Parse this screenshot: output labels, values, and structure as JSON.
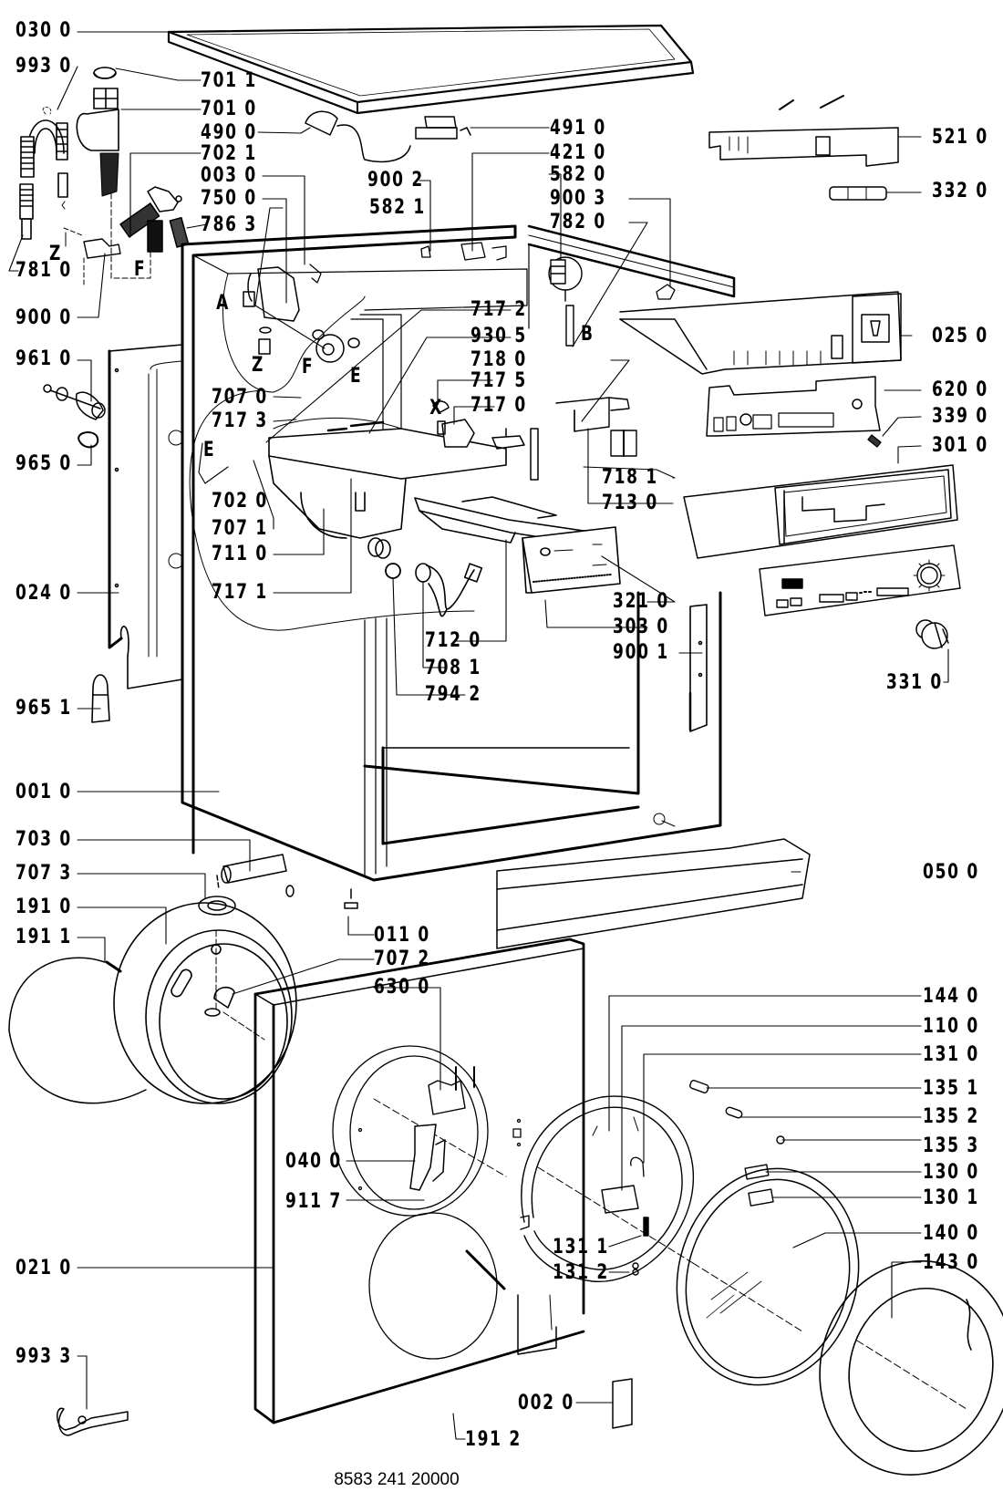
{
  "diagram": {
    "title": "Washing machine exploded parts view",
    "document_number": "8583 241 20000",
    "parts": [
      {
        "code": "030 0"
      },
      {
        "code": "993 0"
      },
      {
        "code": "701 1"
      },
      {
        "code": "701 0"
      },
      {
        "code": "490 0"
      },
      {
        "code": "702 1"
      },
      {
        "code": "003 0"
      },
      {
        "code": "750 0"
      },
      {
        "code": "786 3"
      },
      {
        "code": "781 0"
      },
      {
        "code": "900 0"
      },
      {
        "code": "491 0"
      },
      {
        "code": "421 0"
      },
      {
        "code": "582 0"
      },
      {
        "code": "900 3"
      },
      {
        "code": "782 0"
      },
      {
        "code": "900 2"
      },
      {
        "code": "582 1"
      },
      {
        "code": "521 0"
      },
      {
        "code": "332 0"
      },
      {
        "code": "025 0"
      },
      {
        "code": "961 0"
      },
      {
        "code": "965 0"
      },
      {
        "code": "717 2"
      },
      {
        "code": "930 5"
      },
      {
        "code": "718 0"
      },
      {
        "code": "717 5"
      },
      {
        "code": "717 0"
      },
      {
        "code": "707 0"
      },
      {
        "code": "717 3"
      },
      {
        "code": "702 0"
      },
      {
        "code": "707 1"
      },
      {
        "code": "711 0"
      },
      {
        "code": "717 1"
      },
      {
        "code": "620 0"
      },
      {
        "code": "339 0"
      },
      {
        "code": "301 0"
      },
      {
        "code": "718 1"
      },
      {
        "code": "713 0"
      },
      {
        "code": "024 0"
      },
      {
        "code": "321 0"
      },
      {
        "code": "303 0"
      },
      {
        "code": "900 1"
      },
      {
        "code": "712 0"
      },
      {
        "code": "708 1"
      },
      {
        "code": "794 2"
      },
      {
        "code": "331 0"
      },
      {
        "code": "965 1"
      },
      {
        "code": "001 0"
      },
      {
        "code": "703 0"
      },
      {
        "code": "707 3"
      },
      {
        "code": "050 0"
      },
      {
        "code": "191 0"
      },
      {
        "code": "011 0"
      },
      {
        "code": "191 1"
      },
      {
        "code": "707 2"
      },
      {
        "code": "630 0"
      },
      {
        "code": "144 0"
      },
      {
        "code": "110 0"
      },
      {
        "code": "131 0"
      },
      {
        "code": "135 1"
      },
      {
        "code": "135 2"
      },
      {
        "code": "135 3"
      },
      {
        "code": "040 0"
      },
      {
        "code": "130 0"
      },
      {
        "code": "130 1"
      },
      {
        "code": "911 7"
      },
      {
        "code": "140 0"
      },
      {
        "code": "131 1"
      },
      {
        "code": "131 2"
      },
      {
        "code": "143 0"
      },
      {
        "code": "021 0"
      },
      {
        "code": "993 3"
      },
      {
        "code": "002 0"
      },
      {
        "code": "191 2"
      }
    ],
    "reference_letters": [
      {
        "letter": "Z"
      },
      {
        "letter": "F"
      },
      {
        "letter": "A"
      },
      {
        "letter": "Z"
      },
      {
        "letter": "F"
      },
      {
        "letter": "E"
      },
      {
        "letter": "B"
      },
      {
        "letter": "X"
      },
      {
        "letter": "E"
      }
    ]
  }
}
